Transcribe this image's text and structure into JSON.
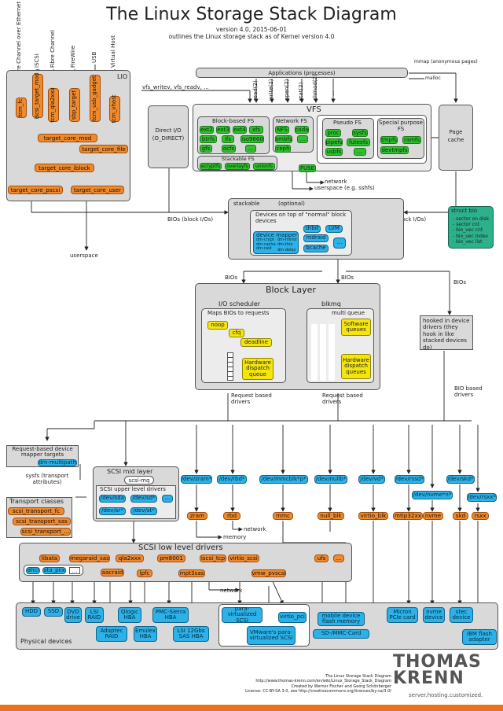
{
  "title": "The Linux Storage Stack Diagram",
  "version": "version 4.0, 2015-06-01",
  "outline": "outlines the Linux storage stack as of Kernel version 4.0",
  "top_transports": [
    "Fibre Channel over Ethernet",
    "iSCSI",
    "Fibre Channel",
    "FireWire",
    "USB",
    "Virtual Host"
  ],
  "lio": {
    "label": "LIO",
    "modules": [
      "tcm_fc",
      "iscsi_target_mod",
      "tcm_qla2xxx",
      "sbp_target",
      "tcm_usb_gadget",
      "tcm_vhost"
    ],
    "core": "target_core_mod",
    "file": "target_core_file",
    "iblock": "target_core_iblock",
    "pscsi": "target_core_pscsi",
    "user": "target_core_user"
  },
  "userspace": "userspace",
  "apps": "Applications (processes)",
  "mmap": "mmap (anonymous pages)",
  "malloc": "malloc",
  "vfs_calls": "vfs_writev, vfs_readv, ...",
  "syscalls": [
    "read(2)",
    "write(2)",
    "open(2)",
    "stat(2)",
    "chmod(2)",
    "..."
  ],
  "direct_io": [
    "Direct I/O",
    "(O_DIRECT)"
  ],
  "vfs": {
    "label": "VFS",
    "block_fs_label": "Block-based FS",
    "block_fs": [
      "ext2",
      "ext3",
      "ext4",
      "xfs",
      "btrfs",
      "ifs",
      "iso9660",
      "gfs",
      "ocfs",
      "..."
    ],
    "network_fs_label": "Network FS",
    "network_fs": [
      "NFS",
      "coda",
      "smbfs",
      "...",
      "ceph"
    ],
    "pseudo_fs_label": "Pseudo FS",
    "pseudo_fs": [
      "proc",
      "sysfs",
      "pipefs",
      "futexfs",
      "usbfs",
      "..."
    ],
    "special_fs_label": "Special purpose FS",
    "special_fs": [
      "tmpfs",
      "ramfs",
      "devtmpfs"
    ],
    "stackable_label": "Stackable FS",
    "stackable": [
      "ecryptfs",
      "overlayfs",
      "unionfs"
    ],
    "fuse": "FUSE"
  },
  "page_cache": [
    "Page",
    "cache"
  ],
  "userspace_sshfs": "userspace (e.g. sshfs)",
  "network": "network",
  "bios_block": "BIOs (block I/Os)",
  "stacked": {
    "stackable": "stackable",
    "optional": "(optional)",
    "title": "Devices on top of \"normal\" block devices",
    "drbd": "drbd",
    "lvm": "LVM",
    "dm_label": "device mapper",
    "dm_targets": [
      "dm-crypt",
      "dm-mirror",
      "dm-cache",
      "dm-thin",
      "dm-raid",
      "dm-delay"
    ],
    "mdraid": "mdraid",
    "bcache": "bcache",
    "more": "..."
  },
  "struct_bio": {
    "title": "struct bio",
    "items": [
      "- sector on disk",
      "- sector cnt",
      "- bio_vec cnt",
      "- bio_vec index",
      "- bio_vec list"
    ]
  },
  "bios": "BIOs",
  "block_layer": {
    "label": "Block Layer",
    "io_sched": "I/O scheduler",
    "maps": "Maps BIOs to requests",
    "noop": "noop",
    "cfq": "cfq",
    "deadline": "deadline",
    "hw_queue": "Hardware dispatch queue",
    "blkmq": "blkmq",
    "multi_queue": "multi queue",
    "sw_queues": "Software queues",
    "hw_queues": "Hardware dispatch queues"
  },
  "hooked": "hooked in device drivers (they hook in like stacked devices do)",
  "request_drivers": "Request based drivers",
  "bio_drivers": "BIO based drivers",
  "req_dm": {
    "title": "Request-based device mapper targets",
    "multipath": "dm-multipath"
  },
  "sysfs": "sysfs (transport attributes)",
  "transport": {
    "label": "Transport classes",
    "items": [
      "scsi_transport_fc",
      "scsi_transport_sas",
      "scsi_transport_..."
    ]
  },
  "scsi_mid": {
    "label": "SCSI mid layer",
    "mq": "scsi-mq",
    "upper": "SCSI upper level drivers",
    "drivers": [
      "/dev/sda",
      "/dev/sd*",
      "...",
      "/dev/sr*",
      "/dev/st*"
    ]
  },
  "devs": [
    "/dev/zram*",
    "/dev/rbd*",
    "/dev/mmcblk*p*",
    "/dev/nullb*",
    "/dev/vd*",
    "/dev/rssd*",
    "/dev/skd*",
    "/dev/nvme*n*",
    "/dev/rsxx*"
  ],
  "drivers": [
    "zram",
    "rbd",
    "mmc",
    "null_blk",
    "virtio_blk",
    "mtip32xx",
    "nvme",
    "skd",
    "rsxx"
  ],
  "memory": "memory",
  "scsi_low": {
    "label": "SCSI low level drivers",
    "drivers": [
      "libata",
      "megaraid_sas",
      "qla2xxx",
      "pm8001",
      "iscsi_tcp",
      "virtio_scsi",
      "ufs",
      "...",
      "ahci",
      "ata_piix",
      "...",
      "aacraid",
      "lpfc",
      "mpt3sas",
      "vmw_pvscsi"
    ]
  },
  "physical": {
    "label": "Physical devices",
    "items": [
      "HDD",
      "SSD",
      "DVD drive",
      "LSI RAID",
      "Adaptec RAID",
      "Qlogic HBA",
      "Emulex HBA",
      "PMC-Sierra HBA",
      "LSI 12Gbs SAS HBA",
      "para-virtualized SCSI",
      "virtio_pci",
      "VMware's para-virtualized SCSI",
      "mobile device flash memory",
      "SD-/MMC-Card",
      "Micron PCIe card",
      "nvme device",
      "stec device",
      "IBM flash adapter"
    ]
  },
  "logo": "THOMAS KRENN",
  "logo_tag": "server.hosting.customized.",
  "footer": [
    "The Linux Storage Stack Diagram",
    "http://www.thomas-krenn.com/en/wiki/Linux_Storage_Stack_Diagram",
    "Created by Werner Fischer and Georg Schönberger",
    "License: CC-BY-SA 3.0, see http://creativecommons.org/licenses/by-sa/3.0/"
  ],
  "colors": {
    "orange": "#f08a2c",
    "green": "#2ec02e",
    "blue": "#2cb1e8",
    "yellow": "#f5e50e",
    "gray": "#d9d9d9",
    "footer_bar": "#e8731c"
  }
}
